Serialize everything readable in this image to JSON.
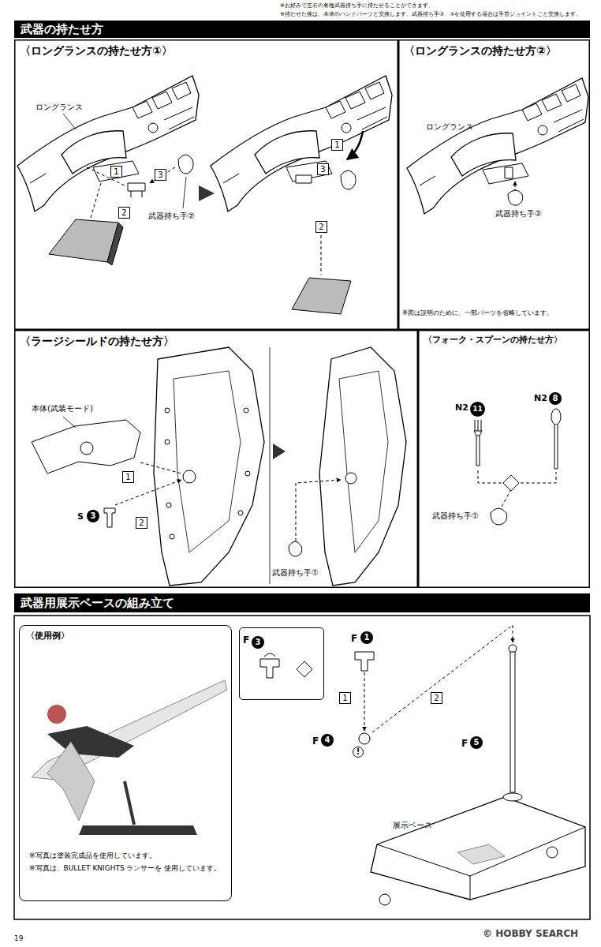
{
  "diagram": {
    "nodes": [
      {
        "text": [
          "武器の持たせ方"
        ]
      },
      {
        "text": [
          "〈ロングランスの持たせ方①〉"
        ]
      },
      {
        "text": [
          "1"
        ],
        "in": 1
      },
      {
        "text": [
          "2"
        ],
        "in": 1
      },
      {
        "text": [
          "3"
        ],
        "in": 1
      },
      {
        "text": [
          "1"
        ],
        "in": 1
      },
      {
        "text": [
          "3"
        ],
        "in": 1
      },
      {
        "text": [
          "2"
        ],
        "in": 1
      },
      {
        "text": [
          "〈ロングランスの持たせ方②〉"
        ]
      },
      {
        "text": [
          "〈ラージシールドの持たせ方〉"
        ]
      },
      {
        "text": [
          "1"
        ],
        "in": 9
      },
      {
        "text": [
          "2"
        ],
        "in": 9
      },
      {
        "text": [
          "3"
        ],
        "in": 9
      },
      {
        "text": [
          "〈フォーク・スプーンの持たせ方〉"
        ]
      },
      {
        "text": [
          "11"
        ],
        "in": 13
      },
      {
        "text": [
          "8"
        ],
        "in": 13
      },
      {
        "text": [
          "武器用展示ベースの組み立て"
        ]
      },
      {
        "text": [
          "〈使用例〉",
          "※写真は塗装完成品を使用しています。",
          "※写真は、BULLET KNIGHTS ランサーを 使用しています。"
        ]
      },
      {
        "text": [
          "F"
        ]
      },
      {
        "text": [
          "3"
        ],
        "in": 18
      },
      {
        "text": [
          "1"
        ]
      },
      {
        "text": [
          "1"
        ]
      },
      {
        "text": [
          "2"
        ]
      },
      {
        "text": [
          "4"
        ]
      },
      {
        "text": [
          "!"
        ]
      },
      {
        "text": [
          "5"
        ]
      }
    ],
    "labels": [
      "※お好みで左右の各種武器持ち手に持たせることができます。",
      "※持たせた後は、本体のハンドパーツと交換します。武器持ち手③、④を使用する場合は手首ジョイントごと交換します。",
      "ロングランス",
      "武器持ち手②",
      "ロングランス",
      "武器持ち手②",
      "※図は説明のために、一部パーツを省略しています。",
      "本体(武装モード)",
      "S",
      "武器持ち手①",
      "N2",
      "N2",
      "武器持ち手①",
      "F",
      "F",
      "F",
      "展示ベース",
      "19",
      "© HOBBY SEARCH"
    ]
  }
}
